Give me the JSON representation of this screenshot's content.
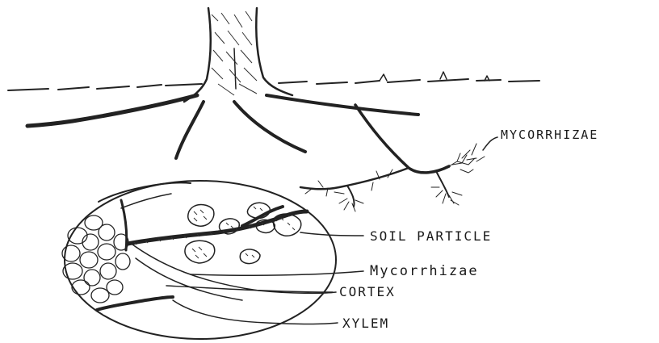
{
  "labels": {
    "mycorrhizae_top": "MYCORRHIZAE",
    "soil_particle": "SOIL PARTICLE",
    "mycorrhizae_detail": "Mycorrhizae",
    "cortex": "CORTEX",
    "xylem": "XYLEM"
  },
  "colors": {
    "ink": "#222222",
    "paper": "#ffffff"
  }
}
